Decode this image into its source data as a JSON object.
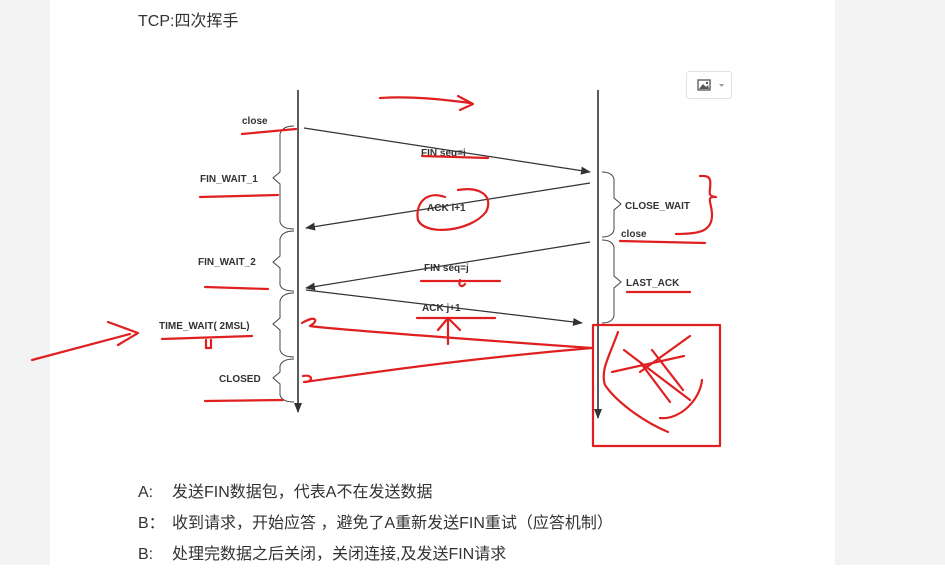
{
  "title": "TCP:四次挥手",
  "toolbar": {
    "image_icon": "image-icon",
    "dropdown_icon": "chevron-down-icon"
  },
  "diagram": {
    "left_states": {
      "close": "close",
      "fin_wait_1": "FIN_WAIT_1",
      "fin_wait_2": "FIN_WAIT_2",
      "time_wait": "TIME_WAIT( 2MSL)",
      "closed": "CLOSED"
    },
    "right_states": {
      "close_wait": "CLOSE_WAIT",
      "close": "close",
      "last_ack": "LAST_ACK"
    },
    "messages": {
      "fin_i": "FIN seq=i",
      "ack_i": "ACK i+1",
      "fin_j": "FIN seq=j",
      "ack_j": "ACK j+1"
    },
    "colors": {
      "line": "#333333",
      "annotation": "#e02020"
    }
  },
  "notes": [
    {
      "key": "A:",
      "text": "发送FIN数据包，代表A不在发送数据"
    },
    {
      "key": "B：",
      "text": "收到请求，开始应答 ，避免了A重新发送FIN重试（应答机制）"
    },
    {
      "key": "B:",
      "text": "处理完数据之后关闭，关闭连接,及发送FIN请求"
    }
  ]
}
